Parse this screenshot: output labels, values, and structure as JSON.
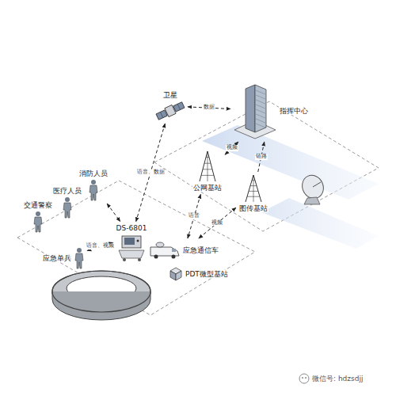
{
  "diagram": {
    "nodes": [
      {
        "text": [
          "卫星"
        ]
      },
      {
        "text": [
          "指挥中心"
        ]
      },
      {
        "text": [
          "公网基站"
        ]
      },
      {
        "text": [
          "图传基站"
        ]
      },
      {
        "text": [
          "DS-6801"
        ]
      },
      {
        "text": [
          "应急通信车"
        ]
      },
      {
        "text": [
          "PDT微型基站"
        ]
      },
      {
        "text": [
          "消防人员"
        ]
      },
      {
        "text": [
          "医疗人员"
        ]
      },
      {
        "text": [
          "交通警察"
        ]
      },
      {
        "text": [
          "应急单兵"
        ]
      }
    ],
    "edges": [
      {
        "from": 0,
        "to": 1,
        "arrow": "both",
        "label": "数据"
      },
      {
        "from": 0,
        "to": 4,
        "arrow": "both",
        "label": "语音、数据"
      },
      {
        "from": 2,
        "to": 1,
        "arrow": "both",
        "label": "视频"
      },
      {
        "from": 3,
        "to": 1,
        "arrow": "to",
        "label": "链路"
      },
      {
        "from": 2,
        "to": 5,
        "arrow": "both",
        "label": "语音"
      },
      {
        "from": 3,
        "to": 5,
        "arrow": "both",
        "label": "视频"
      },
      {
        "from": 7,
        "to": 4,
        "arrow": "both"
      },
      {
        "from": 10,
        "to": 4,
        "arrow": "both",
        "label": "语音、视频"
      }
    ],
    "labels": [
      "微信号: hdzsdjj"
    ]
  }
}
